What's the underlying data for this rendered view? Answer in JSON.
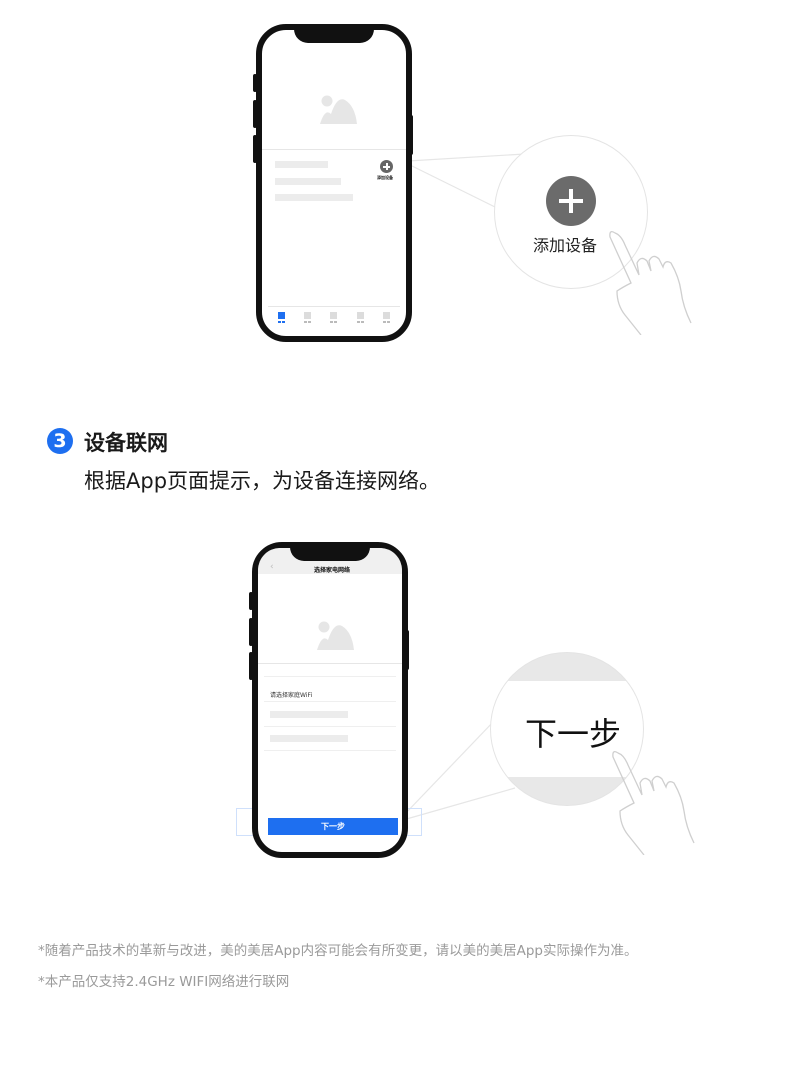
{
  "section_top": {
    "phone": {
      "mini_add_label": "添加设备",
      "tabbar": {
        "tabs": [
          {
            "id": "tab-1",
            "active": true
          },
          {
            "id": "tab-2",
            "active": false
          },
          {
            "id": "tab-3",
            "active": false
          },
          {
            "id": "tab-4",
            "active": false
          },
          {
            "id": "tab-5",
            "active": false
          }
        ]
      }
    },
    "magnifier": {
      "icon": "plus-circle-icon",
      "label": "添加设备"
    }
  },
  "step3": {
    "number": "3",
    "title": "设备联网",
    "description": "根据App页面提示，为设备连接网络。",
    "phone": {
      "nav_title": "选择家电网络",
      "back_icon": "‹",
      "list_label": "请选择家庭WiFi",
      "next_button": "下一步"
    },
    "magnifier": {
      "label": "下一步"
    }
  },
  "footnotes": {
    "line1": "*随着产品技术的革新与改进，美的美居App内容可能会有所变更，请以美的美居App实际操作为准。",
    "line2": "*本产品仅支持2.4GHz WIFI网络进行联网"
  },
  "colors": {
    "accent": "#1e6ff0",
    "footnote": "#9a9a9a",
    "phone_frame": "#111111",
    "placeholder": "#ececec"
  }
}
